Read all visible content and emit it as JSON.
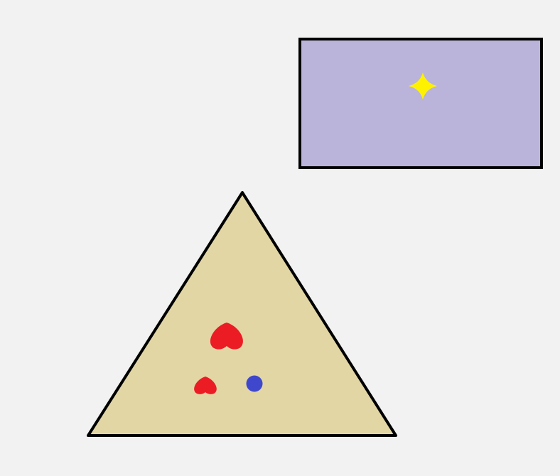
{
  "colors": {
    "background": "#f1f2f1",
    "outline": "#000000",
    "rectangle_fill": "#bab4da",
    "triangle_fill": "#e2d6a5",
    "star_fill": "#fff200",
    "heart_fill": "#ec1c24",
    "circle_fill": "#3f48cc"
  },
  "shapes": [
    {
      "kind": "rectangle",
      "fill_color": "rectangle_fill",
      "icon": "purple-rectangle"
    },
    {
      "kind": "triangle",
      "fill_color": "triangle_fill",
      "icon": "tan-triangle"
    },
    {
      "kind": "star",
      "fill_color": "star_fill",
      "icon": "yellow-four-point-star"
    },
    {
      "kind": "heart",
      "fill_color": "heart_fill",
      "icon": "red-heart-large"
    },
    {
      "kind": "heart",
      "fill_color": "heart_fill",
      "icon": "red-heart-small"
    },
    {
      "kind": "circle",
      "fill_color": "circle_fill",
      "icon": "blue-dot"
    }
  ]
}
